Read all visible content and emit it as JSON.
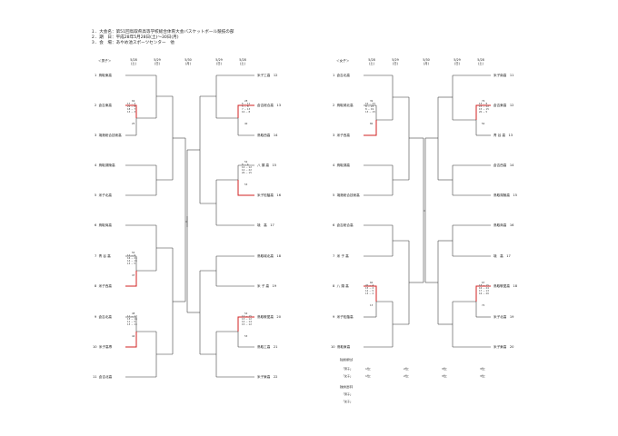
{
  "header": [
    "１．大会名：第51回鳥取県高等学校総合体育大会バスケットボール競技の部",
    "２．期　日：平成28年5月28日(土)～30日(月)",
    "３．会　場：あやめ池スポーツセンター　他"
  ],
  "boys": {
    "label": "＜男子＞",
    "dates": [
      {
        "d": "5/28",
        "w": "(土)"
      },
      {
        "d": "5/29",
        "w": "(日)"
      },
      {
        "d": "5/30",
        "w": "(月)"
      },
      {
        "d": "5/29",
        "w": "(日)"
      },
      {
        "d": "5/28",
        "w": "(土)"
      }
    ],
    "left": [
      {
        "n": "1",
        "name": "鳥取東高"
      },
      {
        "n": "2",
        "name": "倉吉東高"
      },
      {
        "n": "3",
        "name": "境港総合技術高"
      },
      {
        "n": "4",
        "name": "鳥取湖陵高"
      },
      {
        "n": "5",
        "name": "米子北高"
      },
      {
        "n": "6",
        "name": "鳥取商高"
      },
      {
        "n": "7",
        "name": "青 谷 高"
      },
      {
        "n": "8",
        "name": "米子西高"
      },
      {
        "n": "9",
        "name": "倉吉北高"
      },
      {
        "n": "10",
        "name": "米子高専"
      },
      {
        "n": "11",
        "name": "倉吉北高"
      }
    ],
    "right": [
      {
        "n": "12",
        "name": "米子工高"
      },
      {
        "n": "13",
        "name": "倉吉総合高"
      },
      {
        "n": "14",
        "name": "鳥取西高"
      },
      {
        "n": "15",
        "name": "八 頭 高"
      },
      {
        "n": "16",
        "name": "米子松蔭高"
      },
      {
        "n": "17",
        "name": "境　高"
      },
      {
        "n": "18",
        "name": "鳥取城北高"
      },
      {
        "n": "19",
        "name": "米 子 高"
      },
      {
        "n": "20",
        "name": "鳥取敬愛高"
      },
      {
        "n": "21",
        "name": "鳥取工高"
      },
      {
        "n": "22",
        "name": "米子東高"
      }
    ],
    "scores_left": [
      {
        "total": "69",
        "q": [
          "17 － 4",
          "21 － 8",
          "18 － 7",
          "13 － 3"
        ],
        "opp": "25"
      },
      {
        "total": "55",
        "q": [
          "12 － 6",
          "16 － 21",
          "14 － 15",
          "13 － 5"
        ],
        "opp": "47"
      },
      {
        "total": "48",
        "q": [
          "11 － 12",
          "13 － 16",
          "11 － 5",
          "13 － 11"
        ],
        "opp": "44"
      }
    ],
    "scores_right": [
      {
        "total": "28",
        "q": [
          "6 － 11",
          "5 － 8",
          "7 － 13",
          "10 － 8"
        ],
        "opp": "40"
      },
      {
        "total": "52",
        "q": [
          "8 － 4",
          "12 － 12",
          "12 － 22",
          "20 － 15"
        ],
        "opp": "53"
      },
      {
        "total": "54",
        "q": [
          "12 － 15",
          "13 － 12",
          "14 － 14",
          "15 － 12"
        ],
        "opp": "53"
      }
    ]
  },
  "girls": {
    "label": "＜女子＞",
    "dates": [
      {
        "d": "5/28",
        "w": "(土)"
      },
      {
        "d": "5/29",
        "w": "(日)"
      },
      {
        "d": "5/30",
        "w": "(月)"
      },
      {
        "d": "5/29",
        "w": "(日)"
      },
      {
        "d": "5/28",
        "w": "(土)"
      }
    ],
    "left": [
      {
        "n": "1",
        "name": "倉吉北高"
      },
      {
        "n": "2",
        "name": "鳥取城北高"
      },
      {
        "n": "3",
        "name": "米子西高"
      },
      {
        "n": "4",
        "name": "鳥取湖高"
      },
      {
        "n": "5",
        "name": "境港総合技術高"
      },
      {
        "n": "6",
        "name": "倉吉総合高"
      },
      {
        "n": "7",
        "name": "米 子 高"
      },
      {
        "n": "8",
        "name": "八 頭 高"
      },
      {
        "n": "9",
        "name": "米子松蔭高"
      },
      {
        "n": "10",
        "name": "鳥取東高"
      }
    ],
    "right": [
      {
        "n": "11",
        "name": "米子南高"
      },
      {
        "n": "12",
        "name": "倉吉東高"
      },
      {
        "n": "13",
        "name": "青 谷 高"
      },
      {
        "n": "14",
        "name": "倉吉西高"
      },
      {
        "n": "15",
        "name": "鳥取湖陵高"
      },
      {
        "n": "16",
        "name": "鳥取商高"
      },
      {
        "n": "17",
        "name": "境　高"
      },
      {
        "n": "18",
        "name": "鳥取敬愛高"
      },
      {
        "n": "19",
        "name": "米子北高"
      },
      {
        "n": "20",
        "name": "米子東高"
      }
    ],
    "scores_left": [
      {
        "total": "39",
        "q": [
          "10 － 23",
          "8 － 23",
          "8 － 19",
          "13 － 15"
        ],
        "opp": "80"
      },
      {
        "total": "60",
        "q": [
          "20 － 4",
          "15 － 2",
          "12 － 5",
          "13 － 2"
        ],
        "opp": "13"
      }
    ],
    "scores_right": [
      {
        "total": "79",
        "q": [
          "13 － 8",
          "15 － 22",
          "15 － 15",
          "20 － 5"
        ],
        "opp": "50"
      },
      {
        "total": "67",
        "q": [
          "18 － 15",
          "16 － 24",
          "17 － 13",
          "16 － 20"
        ],
        "opp": "72"
      }
    ]
  },
  "results": {
    "title": "【最終順位】",
    "rows": [
      {
        "label": "「男子」",
        "c": [
          "1位：",
          "2位：",
          "3位：",
          "3位："
        ]
      },
      {
        "label": "「女子」",
        "c": [
          "1位：",
          "2位：",
          "3位：",
          "3位："
        ]
      }
    ]
  },
  "fairplay": {
    "title": "【優秀選手】",
    "rows": [
      {
        "label": "「男子」"
      },
      {
        "label": "「女子」"
      }
    ]
  }
}
